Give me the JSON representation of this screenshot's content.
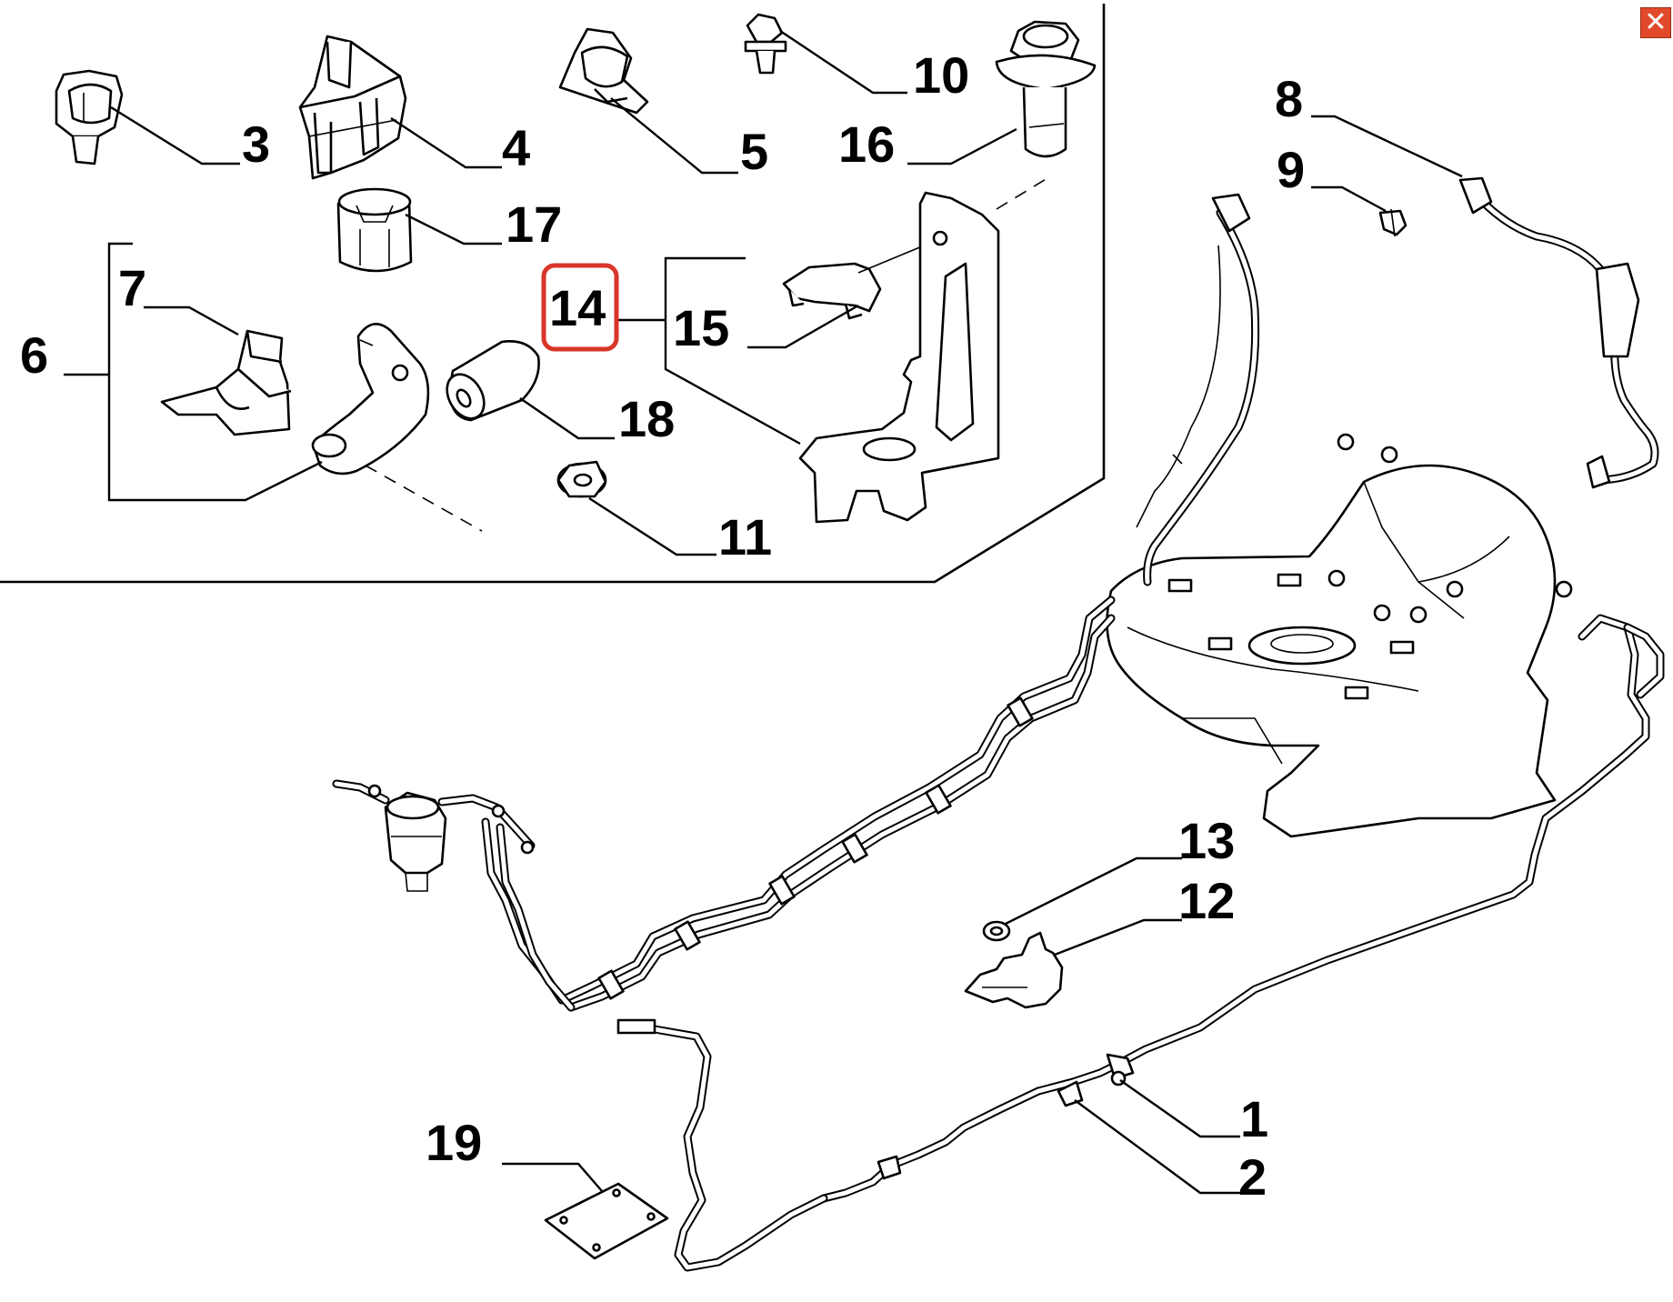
{
  "close_icon": "close-icon",
  "highlight_color": "#d9362a",
  "parts": [
    {
      "id": "1",
      "label": "1"
    },
    {
      "id": "2",
      "label": "2"
    },
    {
      "id": "3",
      "label": "3"
    },
    {
      "id": "4",
      "label": "4"
    },
    {
      "id": "5",
      "label": "5"
    },
    {
      "id": "6",
      "label": "6"
    },
    {
      "id": "7",
      "label": "7"
    },
    {
      "id": "8",
      "label": "8"
    },
    {
      "id": "9",
      "label": "9"
    },
    {
      "id": "10",
      "label": "10"
    },
    {
      "id": "11",
      "label": "11"
    },
    {
      "id": "12",
      "label": "12"
    },
    {
      "id": "13",
      "label": "13"
    },
    {
      "id": "14",
      "label": "14",
      "highlighted": true
    },
    {
      "id": "15",
      "label": "15"
    },
    {
      "id": "16",
      "label": "16"
    },
    {
      "id": "17",
      "label": "17"
    },
    {
      "id": "18",
      "label": "18"
    },
    {
      "id": "19",
      "label": "19"
    }
  ]
}
